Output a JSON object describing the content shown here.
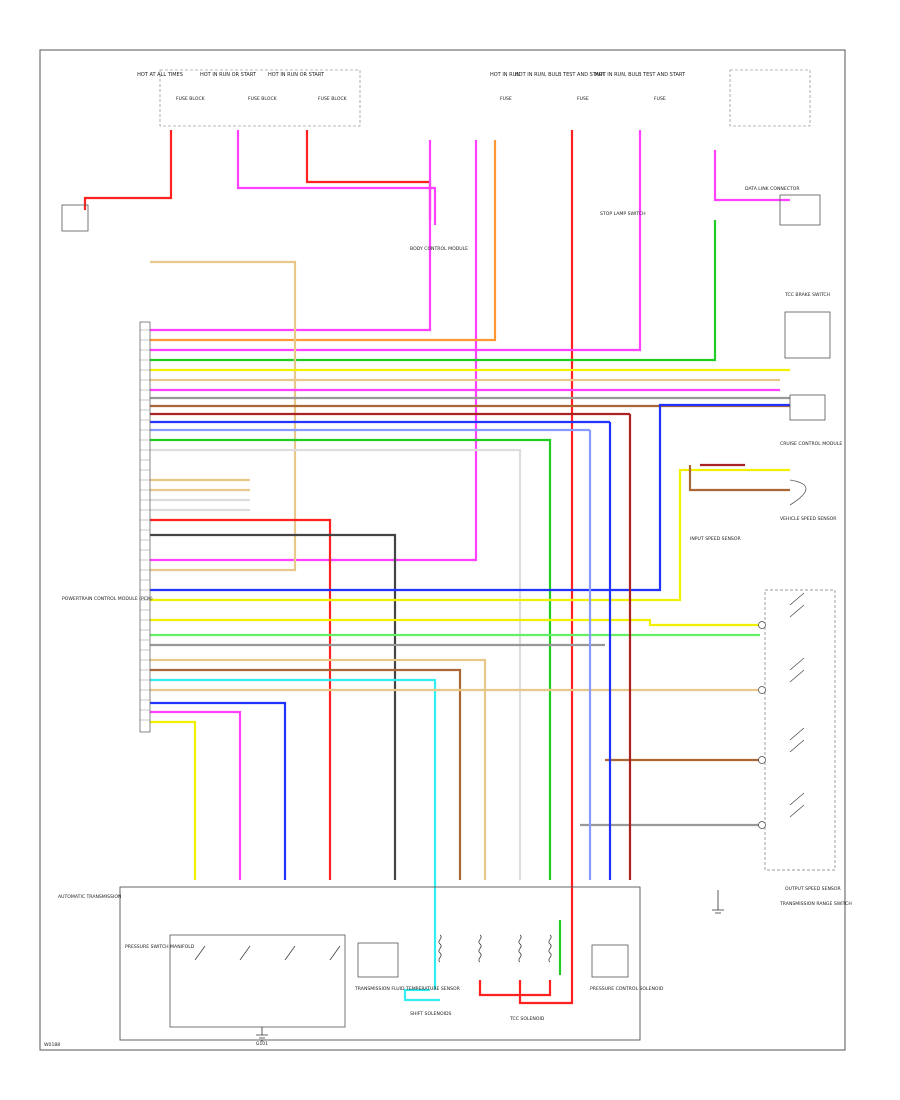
{
  "diagram_id": "W0188",
  "colors": {
    "frame": "#555555",
    "text": "#222222",
    "wire_red": "#ff2020",
    "wire_pink": "#ff40ff",
    "wire_orange": "#ff9933",
    "wire_yellow": "#f0f000",
    "wire_green": "#22cc22",
    "wire_lightgreen": "#66ee66",
    "wire_blue": "#2233ff",
    "wire_lightblue": "#8899ff",
    "wire_brown": "#aa6633",
    "wire_tan": "#e8c888",
    "wire_gray": "#999999",
    "wire_darkgray": "#444444",
    "wire_cyan": "#33eeee",
    "wire_darkred": "#aa2222",
    "wire_black": "#222222",
    "wire_white": "#dddddd"
  },
  "power_sources": [
    {
      "label": "HOT AT ALL TIMES"
    },
    {
      "label": "HOT IN RUN OR START"
    },
    {
      "label": "HOT IN RUN OR START"
    },
    {
      "label": "HOT IN RUN"
    },
    {
      "label": "HOT IN RUN, BULB TEST AND START"
    },
    {
      "label": "HOT IN RUN, BULB TEST AND START"
    }
  ],
  "fuse_labels": [
    {
      "label": "FUSE BLOCK"
    },
    {
      "label": "FUSE BLOCK"
    },
    {
      "label": "FUSE BLOCK"
    },
    {
      "label": "FUSE"
    },
    {
      "label": "FUSE"
    },
    {
      "label": "FUSE"
    }
  ],
  "components": {
    "pcm": {
      "label": "POWERTRAIN CONTROL MODULE (PCM)"
    },
    "body_control": {
      "label": "BODY CONTROL MODULE"
    },
    "data_link": {
      "label": "DATA LINK CONNECTOR"
    },
    "brake_switch": {
      "label": "STOP LAMP SWITCH"
    },
    "tcc_switch": {
      "label": "TCC BRAKE SWITCH"
    },
    "cruise": {
      "label": "CRUISE CONTROL MODULE"
    },
    "vss": {
      "label": "VEHICLE SPEED SENSOR"
    },
    "input_speed": {
      "label": "INPUT SPEED SENSOR"
    },
    "output_speed": {
      "label": "OUTPUT SPEED SENSOR"
    },
    "range_switch": {
      "label": "TRANSMISSION RANGE SWITCH"
    },
    "transmission": {
      "label": "AUTOMATIC TRANSMISSION"
    },
    "pressure_switch": {
      "label": "PRESSURE SWITCH MANIFOLD"
    },
    "fluid_temp": {
      "label": "TRANSMISSION FLUID TEMPERATURE SENSOR"
    },
    "shift_solenoids": {
      "label": "SHIFT SOLENOIDS"
    },
    "tcc_solenoid": {
      "label": "TCC SOLENOID"
    },
    "pc_solenoid": {
      "label": "PRESSURE CONTROL SOLENOID"
    },
    "ground": {
      "label": "G101"
    }
  }
}
